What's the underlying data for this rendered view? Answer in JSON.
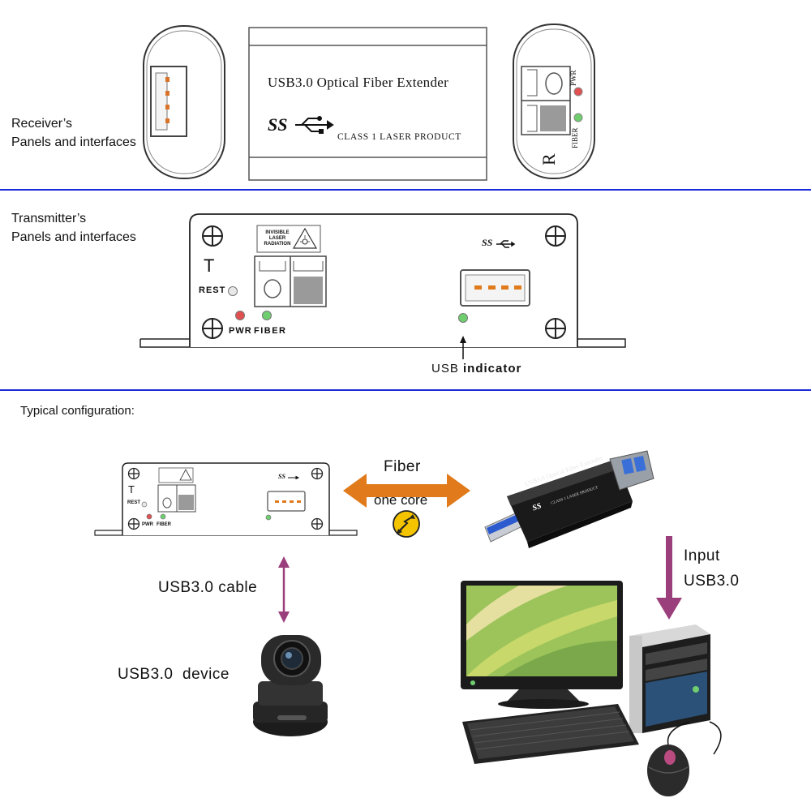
{
  "receiver": {
    "caption_line1": "Receiver’s",
    "caption_line2": "Panels and interfaces",
    "module_title": "USB3.0 Optical Fiber Extender",
    "logo": "SS",
    "laser_class": "CLASS 1 LASER PRODUCT",
    "pwr_label": "PWR",
    "fiber_label": "FIBER",
    "side_letter": "R"
  },
  "transmitter": {
    "caption_line1": "Transmitter’s",
    "caption_line2": "Panels and interfaces",
    "side_letter": "T",
    "rest_label": "REST",
    "pwr_label": "PWR",
    "fiber_label": "FIBER",
    "warning_line1": "INVISIBLE",
    "warning_line2": "LASER",
    "warning_line3": "RADIATION",
    "logo": "SS",
    "usb_label_plain": "USB",
    "usb_label_bold": "indicator"
  },
  "configuration": {
    "title": "Typical configuration:",
    "fiber_label": "Fiber",
    "one_core_label": "one core",
    "cable_label": "USB3.0 cable",
    "device_label": "USB3.0  device",
    "input_line1": "Input",
    "input_line2": "USB3.0",
    "dongle_title": "USB3.0 Optical Fiber Extender",
    "dongle_class": "CLASS 1 LASER PRODUCT",
    "small_t": "T",
    "small_rest": "REST",
    "small_pwr": "PWR",
    "small_fiber": "FIBER"
  },
  "colors": {
    "divider": "#1a2bd8",
    "fiber_arrow": "#e07a1a",
    "cable_arrow": "#9b3f7c",
    "usb_port": "#e07a1a",
    "led_red": "#e05050",
    "led_green": "#6fcf6f"
  }
}
